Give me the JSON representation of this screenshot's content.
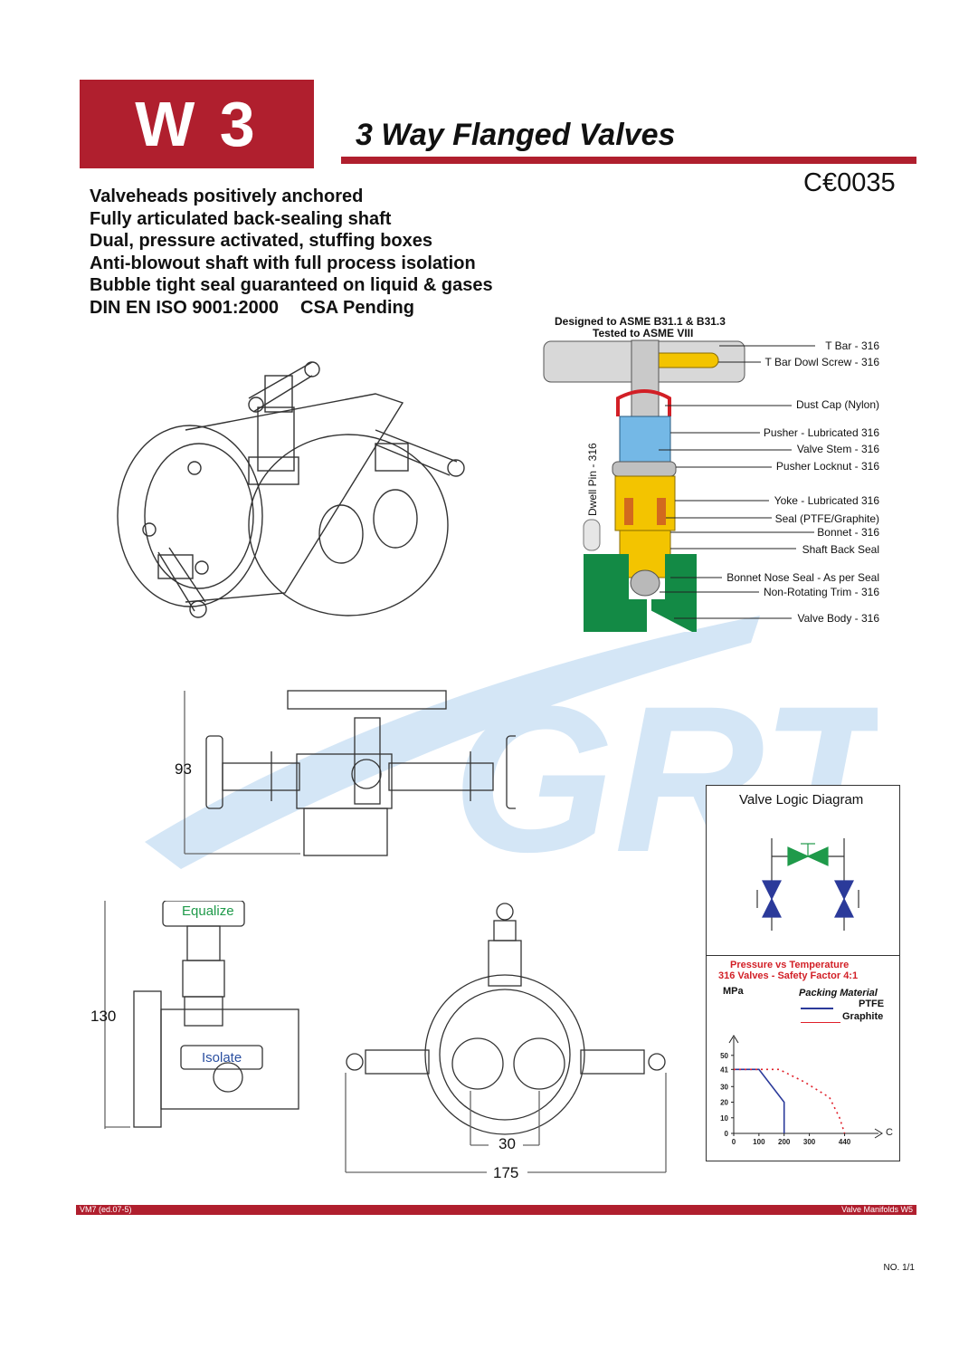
{
  "header": {
    "badge": "W 3",
    "title": "3 Way Flanged Valves",
    "certification": "C€0035"
  },
  "features": [
    "Valveheads positively anchored",
    "Fully articulated back-sealing shaft",
    "Dual, pressure activated, stuffing boxes",
    "Anti-blowout shaft with full process isolation",
    "Bubble tight seal guaranteed on liquid & gases"
  ],
  "standards_line": {
    "left": "DIN EN ISO 9001:2000",
    "right": "CSA Pending"
  },
  "section_view": {
    "design_note": "Designed to ASME B31.1 & B31.3",
    "test_note": "Tested to ASME VIII",
    "dwell_pin": "Dwell Pin - 316",
    "parts": [
      "T Bar - 316",
      "T Bar Dowl Screw - 316",
      "Dust Cap (Nylon)",
      "Pusher - Lubricated 316",
      "Valve Stem - 316",
      "Pusher Locknut - 316",
      "Yoke - Lubricated 316",
      "Seal (PTFE/Graphite)",
      "Bonnet - 316",
      "Shaft Back Seal",
      "Bonnet Nose Seal - As per Seal",
      "Non-Rotating Trim - 316",
      "Valve Body - 316"
    ]
  },
  "watermark": "GRT",
  "dimensions": {
    "height_top": "93",
    "height_side": "130",
    "port_spacing": "30",
    "overall_width": "175"
  },
  "valve_labels": {
    "equalize": "Equalize",
    "isolate": "Isolate"
  },
  "logic_diagram": {
    "title": "Valve Logic Diagram"
  },
  "chart_data": {
    "type": "line",
    "title": "Pressure vs Temperature",
    "subtitle": "316 Valves - Safety Factor 4:1",
    "ylabel": "MPa",
    "xlabel": "C",
    "legend_title": "Packing Material",
    "y_ticks": [
      0,
      10,
      20,
      30,
      41,
      50
    ],
    "x_ticks": [
      0,
      100,
      200,
      300,
      440
    ],
    "xlim": [
      0,
      560
    ],
    "ylim": [
      0,
      58
    ],
    "series": [
      {
        "name": "PTFE",
        "color": "#2b3a9a",
        "style": "solid",
        "x": [
          0,
          100,
          200,
          200
        ],
        "y": [
          41,
          41,
          20,
          0
        ]
      },
      {
        "name": "Graphite",
        "color": "#e0202a",
        "style": "dotted",
        "x": [
          0,
          180,
          280,
          380,
          420,
          440
        ],
        "y": [
          41,
          41,
          33,
          23,
          10,
          0
        ]
      }
    ]
  },
  "footer": {
    "left": "VM7 (ed.07-5)",
    "right": "Valve Manifolds W5",
    "page": "NO. 1/1"
  }
}
